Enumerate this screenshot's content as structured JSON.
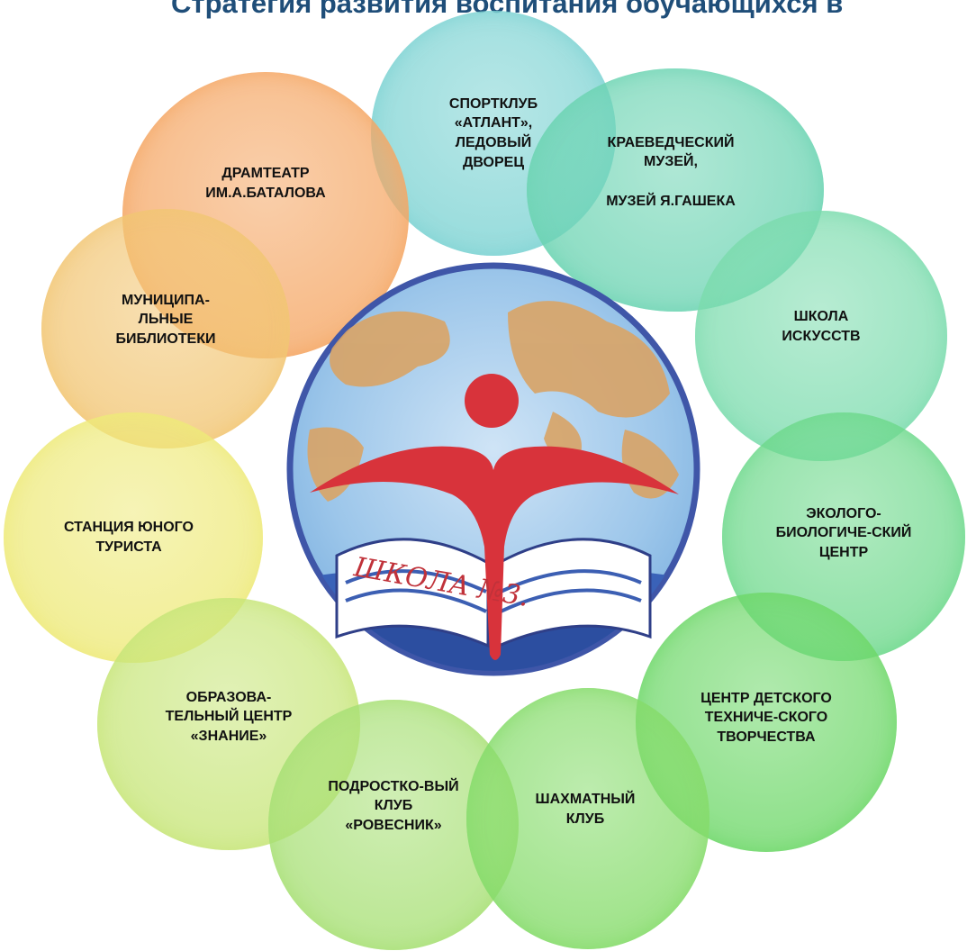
{
  "title": "Стратегия развития воспитания обучающихся в",
  "emblem": {
    "text": "ШКОЛА №3."
  },
  "partners": [
    {
      "id": "sport",
      "label": "СПОРТКЛУБ\n«АТЛАНТ»,\nЛЕДОВЫЙ\nДВОРЕЦ",
      "color": "#7dd3d3"
    },
    {
      "id": "museum",
      "label": "КРАЕВЕДЧЕСКИЙ\nМУЗЕЙ,\n\nМУЗЕЙ Я.ГАШЕКА",
      "color": "#6dd4b3"
    },
    {
      "id": "arts",
      "label": "ШКОЛА\nИСКУССТВ",
      "color": "#7cdcae"
    },
    {
      "id": "eco",
      "label": "ЭКОЛОГО-\nБИОЛОГИЧЕ-СКИЙ\nЦЕНТР",
      "color": "#6fd98d"
    },
    {
      "id": "tech",
      "label": "ЦЕНТР ДЕТСКОГО\nТЕХНИЧЕ-СКОГО\nТВОРЧЕСТВА",
      "color": "#6fd86a"
    },
    {
      "id": "chess",
      "label": "ШАХМАТНЫЙ\nКЛУБ",
      "color": "#86dc6b"
    },
    {
      "id": "teen",
      "label": "ПОДРОСТКО-ВЫЙ\nКЛУБ\n«РОВЕСНИК»",
      "color": "#a8e076"
    },
    {
      "id": "edu",
      "label": "ОБРАЗОВА-\nТЕЛЬНЫЙ ЦЕНТР\n«ЗНАНИЕ»",
      "color": "#c8e67a"
    },
    {
      "id": "tourist",
      "label": "СТАНЦИЯ ЮНОГО\nТУРИСТА",
      "color": "#eeea7a"
    },
    {
      "id": "library",
      "label": "МУНИЦИПА-\nЛЬНЫЕ\nБИБЛИОТЕКИ",
      "color": "#f2c674"
    },
    {
      "id": "theatre",
      "label": "ДРАМТЕАТР\nИМ.А.БАТАЛОВА",
      "color": "#f5a765"
    }
  ]
}
